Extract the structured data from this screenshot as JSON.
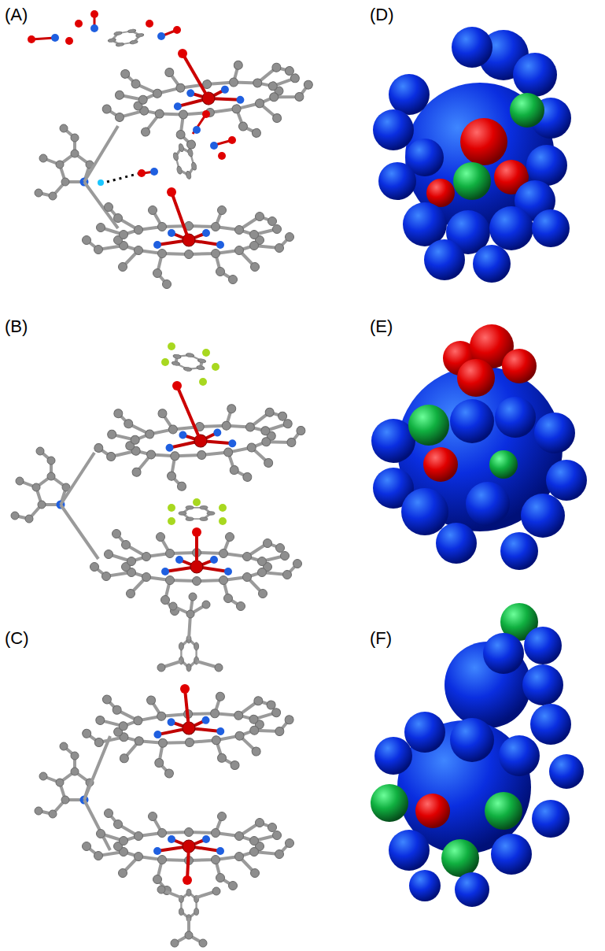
{
  "diagram": {
    "labels": [
      "(A)",
      "(B)",
      "(C)",
      "(D)",
      "(E)",
      "(F)"
    ]
  }
}
